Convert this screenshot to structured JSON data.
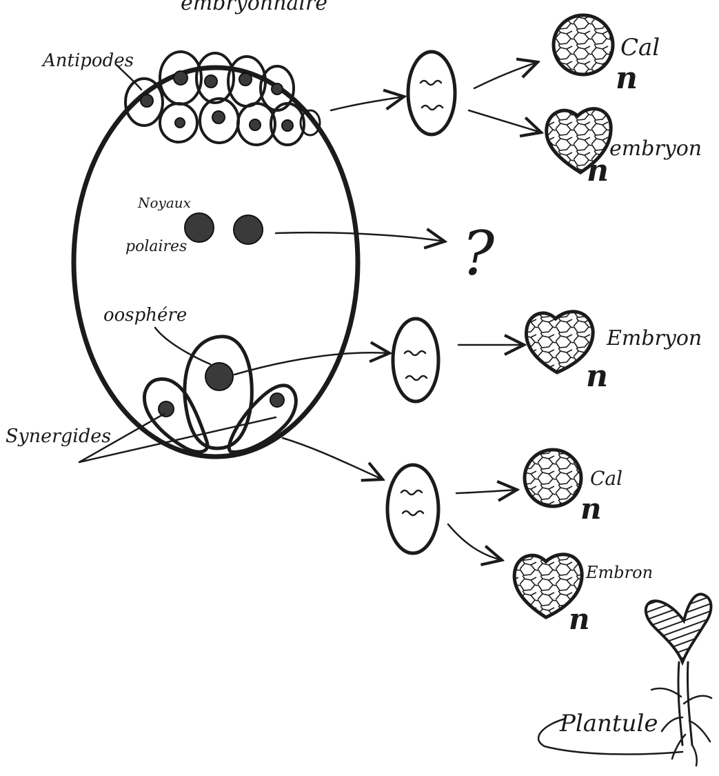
{
  "title": "embryonnaire",
  "labels": {
    "antipodes": "Antipodes",
    "noyaux": "Noyaux",
    "polaires": "polaires",
    "oosphere": "oosphére",
    "synergides": "Synergides",
    "question": "?",
    "plantule": "Plantule"
  },
  "outcomes": {
    "antipodes_cal": "Cal",
    "antipodes_embryon": "embryon",
    "oosphere_embryon": "Embryon",
    "synergides_cal": "Cal",
    "synergides_embryon": "Embron"
  },
  "ploidy_mark": "n"
}
